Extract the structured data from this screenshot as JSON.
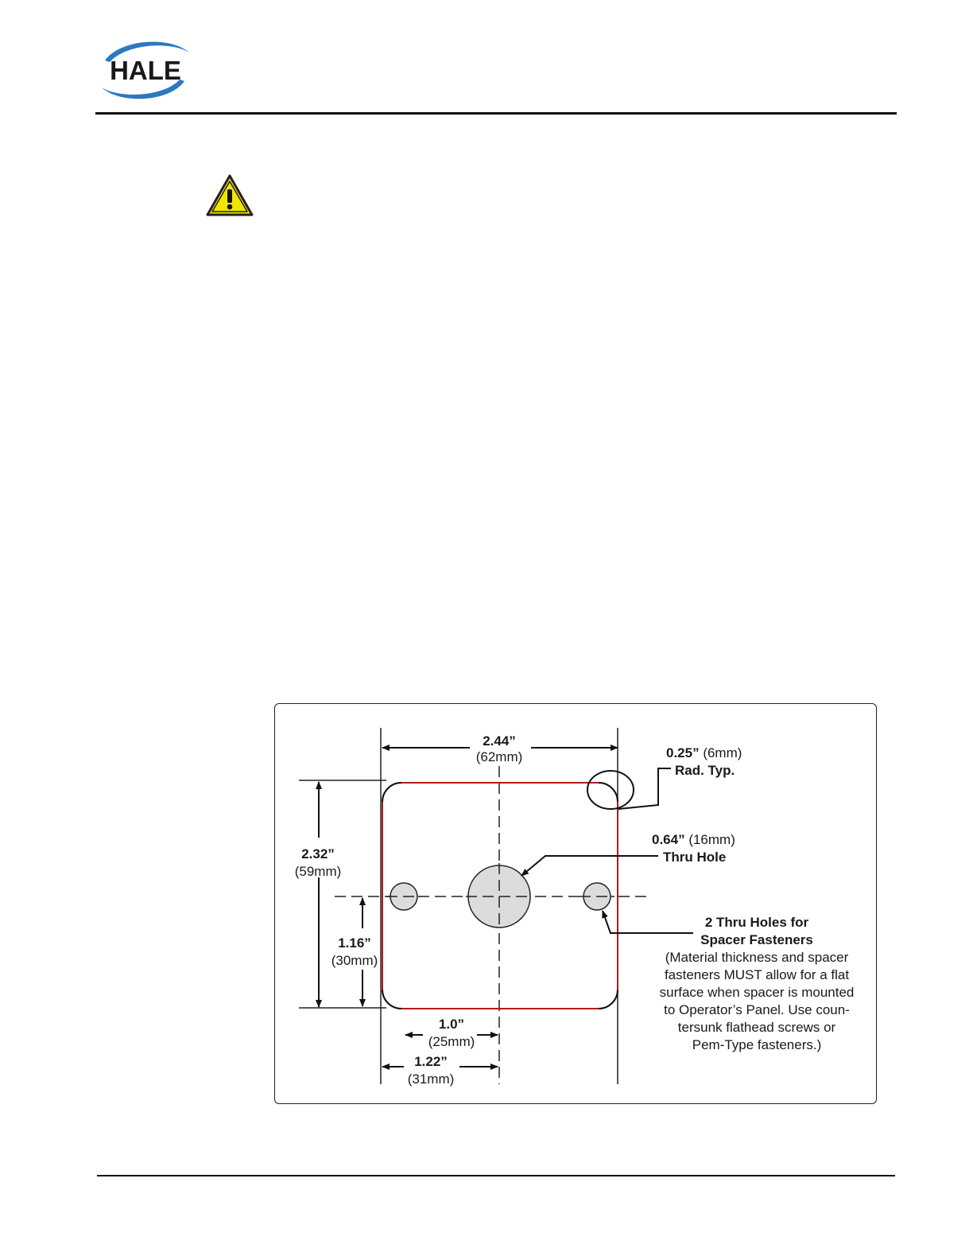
{
  "header": {
    "logo_text": "HALE",
    "brand_color": "#2b78c2",
    "logo_text_color": "#1a1a1a"
  },
  "warning": {
    "icon": "warning-triangle-icon",
    "fill_color": "#f2e500"
  },
  "figure": {
    "outline_color": "#b31b1b",
    "width_label": {
      "value": "2.44”",
      "metric": "(62mm)"
    },
    "radius_label": {
      "value": "0.25”",
      "metric": " (6mm)",
      "note": "Rad. Typ."
    },
    "height_label": {
      "value": "2.32”",
      "metric": "(59mm)"
    },
    "center_hole_label": {
      "value": "0.64”",
      "metric": " (16mm)",
      "note": "Thru Hole"
    },
    "half_height_label": {
      "value": "1.16”",
      "metric": "(30mm)"
    },
    "spacer_holes": {
      "title_line1": "2 Thru Holes for",
      "title_line2": "Spacer Fasteners",
      "note_lines": [
        "(Material thickness and spacer",
        "fasteners MUST allow for a flat",
        "surface when spacer is mounted",
        "to Operator’s Panel.  Use coun-",
        "tersunk flathead screws or",
        "Pem-Type fasteners.)"
      ]
    },
    "hole_offset_label": {
      "value": "1.0”",
      "metric": "(25mm)"
    },
    "half_width_label": {
      "value": "1.22”",
      "metric": "(31mm)"
    }
  }
}
